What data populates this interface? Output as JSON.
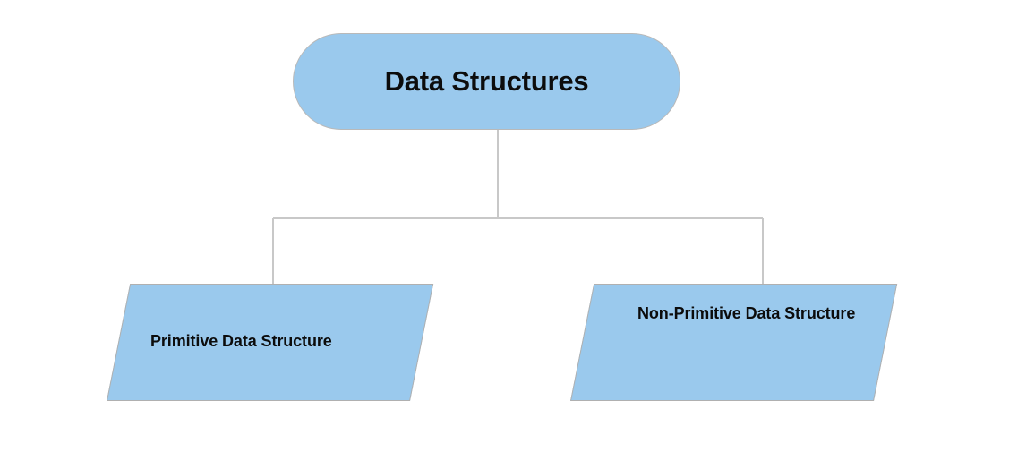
{
  "diagram": {
    "type": "hierarchy-tree",
    "title": "Data Structures classification",
    "background_color": "#ffffff",
    "node_fill_color": "#9AC9ED",
    "node_border_color": "#b0b0b0",
    "connector_color": "#c8c8c8",
    "text_color": "#0c0c0c",
    "root": {
      "label": "Data Structures",
      "shape": "rounded-rectangle"
    },
    "children": [
      {
        "id": "primitive",
        "label": "Primitive Data Structure",
        "shape": "parallelogram"
      },
      {
        "id": "non-primitive",
        "label": "Non-Primitive Data Structure",
        "shape": "parallelogram"
      }
    ],
    "edges": [
      {
        "from": "root",
        "to": "primitive",
        "style": "elbow"
      },
      {
        "from": "root",
        "to": "non-primitive",
        "style": "elbow"
      }
    ]
  }
}
